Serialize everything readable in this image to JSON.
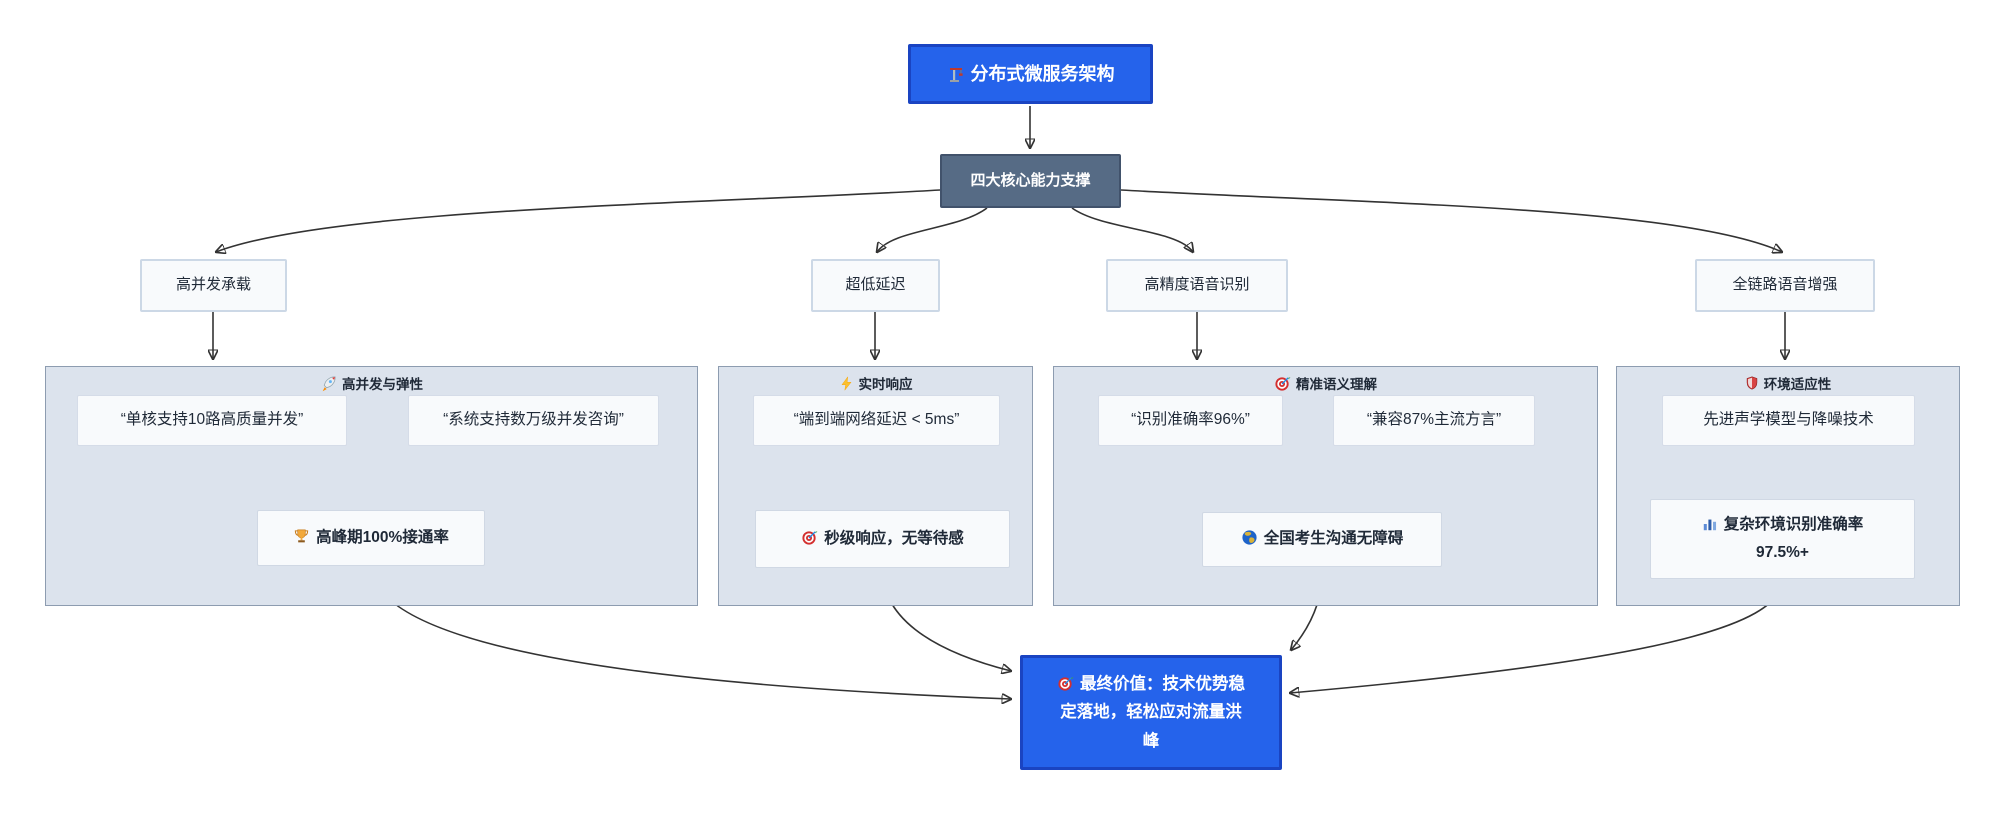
{
  "diagram": {
    "root": {
      "icon": "crane-icon",
      "label": "分布式微服务架构"
    },
    "hub": {
      "label": "四大核心能力支撑"
    },
    "branches": [
      {
        "label": "高并发承载"
      },
      {
        "label": "超低延迟"
      },
      {
        "label": "高精度语音识别"
      },
      {
        "label": "全链路语音增强"
      }
    ],
    "groups": [
      {
        "icon": "rocket-icon",
        "title": "高并发与弹性",
        "items": [
          "“单核支持10路高质量并发”",
          "“系统支持数万级并发咨询”"
        ],
        "result": {
          "icon": "trophy-icon",
          "label": "高峰期100%接通率"
        }
      },
      {
        "icon": "lightning-icon",
        "title": "实时响应",
        "items": [
          "“端到端网络延迟 < 5ms”"
        ],
        "result": {
          "icon": "target-icon",
          "label": "秒级响应，无等待感"
        }
      },
      {
        "icon": "target-icon",
        "title": "精准语义理解",
        "items": [
          "“识别准确率96%”",
          "“兼容87%主流方言”"
        ],
        "result": {
          "icon": "globe-icon",
          "label": "全国考生沟通无障碍"
        }
      },
      {
        "icon": "shield-icon",
        "title": "环境适应性",
        "items": [
          "先进声学模型与降噪技术"
        ],
        "result": {
          "icon": "bar-chart-icon",
          "label": "复杂环境识别准确率 97.5%+"
        }
      }
    ],
    "final": {
      "icon": "target-icon",
      "label": "最终价值：技术优势稳定落地，轻松应对流量洪峰"
    }
  },
  "colors": {
    "primary_node_fill": "#2563eb",
    "primary_node_border": "#1a44c2",
    "hub_fill": "#566b85",
    "hub_border": "#41526b",
    "group_fill": "#dce3ed",
    "group_border": "#8d9cb0",
    "card_fill": "#f8fafc",
    "card_border": "#ccd8e6",
    "edge_stroke": "#333333",
    "background": "#ffffff"
  }
}
